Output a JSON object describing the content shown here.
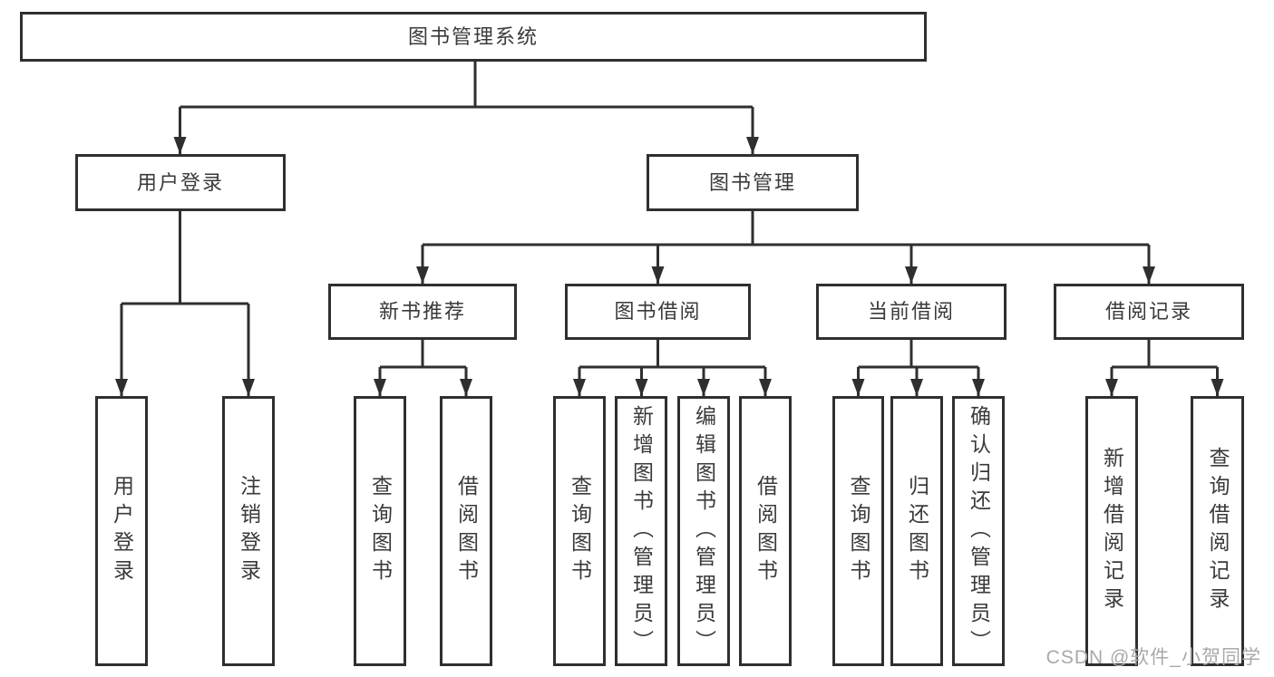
{
  "diagram": {
    "title": "图书管理系统",
    "branches": {
      "user_login": {
        "label": "用户登录",
        "children": [
          "用户登录",
          "注销登录"
        ]
      },
      "book_management": {
        "label": "图书管理",
        "sections": {
          "new_books": {
            "label": "新书推荐",
            "children": [
              "查询图书",
              "借阅图书"
            ]
          },
          "borrowing": {
            "label": "图书借阅",
            "children": [
              "查询图书",
              "新增图书（管理员）",
              "编辑图书（管理员）",
              "借阅图书"
            ]
          },
          "current": {
            "label": "当前借阅",
            "children": [
              "查询图书",
              "归还图书",
              "确认归还（管理员）"
            ]
          },
          "records": {
            "label": "借阅记录",
            "children": [
              "新增借阅记录",
              "查询借阅记录"
            ]
          }
        }
      }
    }
  },
  "watermark": "CSDN @软件_小贺同学",
  "colors": {
    "line": "#2f2f2f",
    "border": "#2f2f2f",
    "text": "#3a3a3a",
    "watermark": "#a9a9a9",
    "background": "#ffffff"
  }
}
